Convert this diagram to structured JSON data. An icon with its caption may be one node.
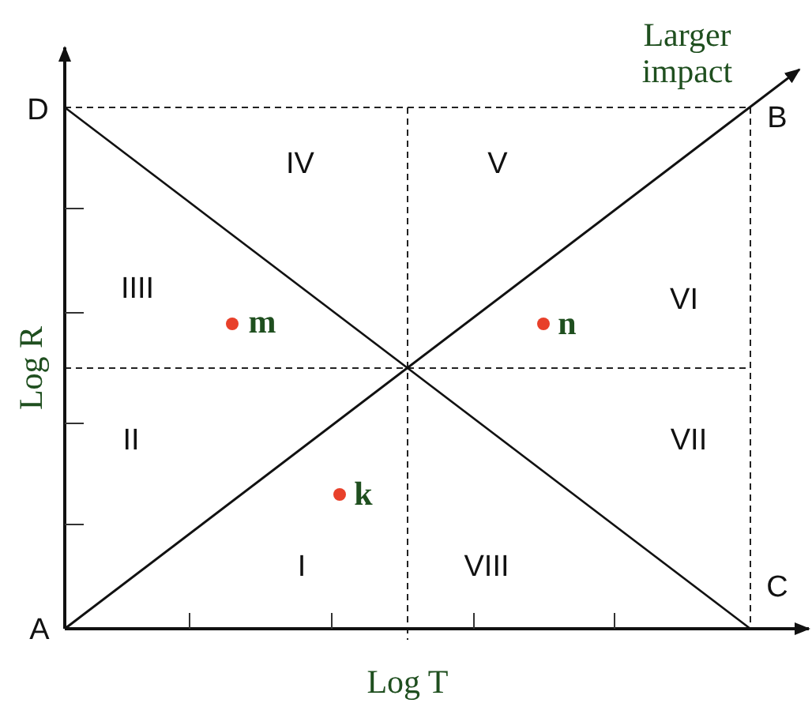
{
  "diagram": {
    "labels": [
      "Larger impact",
      "D",
      "B",
      "IV",
      "V",
      "IIII",
      "m",
      "n",
      "VI",
      "Log R",
      "II",
      "VII",
      "k",
      "I",
      "VIII",
      "C",
      "A",
      "Log T"
    ]
  }
}
